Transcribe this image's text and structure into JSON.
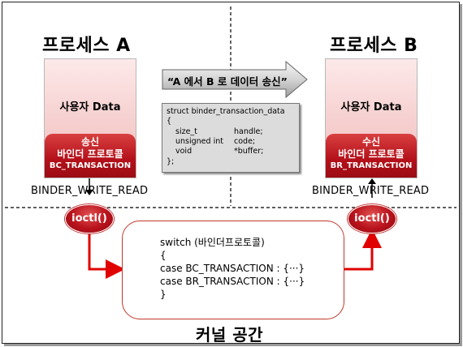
{
  "process_a": {
    "title": "프로세스 A",
    "data_label": "사용자 Data",
    "proto_line1": "송신",
    "proto_line2": "바인더 프로토콜",
    "proto_line3": "BC_TRANSACTION",
    "write_read": "BINDER_WRITE_READ"
  },
  "process_b": {
    "title": "프로세스 B",
    "data_label": "사용자 Data",
    "proto_line1": "수신",
    "proto_line2": "바인더 프로토콜",
    "proto_line3": "BR_TRANSACTION",
    "write_read": "BINDER_WRITE_READ"
  },
  "transfer_arrow": {
    "label": "“A 에서 B 로 데이터 송신”"
  },
  "struct_box": {
    "line1": "struct binder_transaction_data",
    "line2": "{",
    "rows": [
      {
        "type": "size_t",
        "name": "handle;"
      },
      {
        "type": "unsigned int",
        "name": "code;"
      },
      {
        "type": "void",
        "name": "*buffer;"
      }
    ],
    "line_end": "};"
  },
  "ioctl_left": "ioctl()",
  "ioctl_right": "ioctl()",
  "kernel_box": {
    "lines": [
      "switch (바인더프로토콜)",
      "{",
      "case BC_TRANSACTION : {···}",
      "case BR_TRANSACTION : {···}",
      "}"
    ]
  },
  "kernel_title": "커널 공간",
  "colors": {
    "accent_red": "#e00000",
    "proto_red": "#b3101a",
    "process_pink": "#f7d3d3",
    "struct_gray": "#dcdcdc"
  }
}
